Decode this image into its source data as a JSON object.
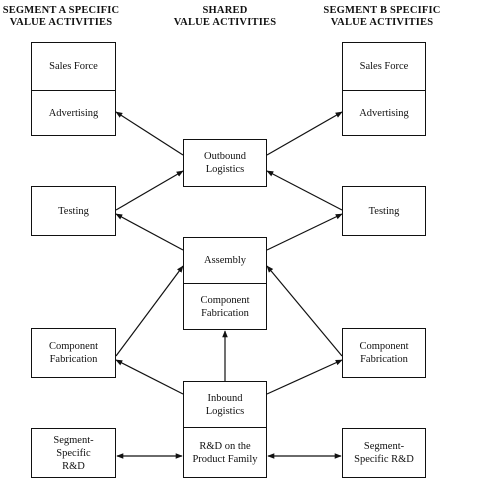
{
  "headers": {
    "segment_a": [
      "SEGMENT A SPECIFIC",
      "VALUE ACTIVITIES"
    ],
    "shared": [
      "SHARED",
      "VALUE ACTIVITIES"
    ],
    "segment_b": [
      "SEGMENT B SPECIFIC",
      "VALUE ACTIVITIES"
    ]
  },
  "segment_a": {
    "sales_force": "Sales Force",
    "advertising": "Advertising",
    "testing": "Testing",
    "component_fabrication": [
      "Component",
      "Fabrication"
    ],
    "segment_rd": [
      "Segment-",
      "Specific",
      "R&D"
    ]
  },
  "shared": {
    "outbound_logistics": [
      "Outbound",
      "Logistics"
    ],
    "assembly": "Assembly",
    "component_fabrication": [
      "Component",
      "Fabrication"
    ],
    "inbound_logistics": [
      "Inbound",
      "Logistics"
    ],
    "rd_product_family": [
      "R&D on the",
      "Product Family"
    ]
  },
  "segment_b": {
    "sales_force": "Sales Force",
    "advertising": "Advertising",
    "testing": "Testing",
    "component_fabrication": [
      "Component",
      "Fabrication"
    ],
    "segment_rd": [
      "Segment-",
      "Specific R&D"
    ]
  },
  "colors": {
    "line": "#111111",
    "background": "#ffffff"
  }
}
